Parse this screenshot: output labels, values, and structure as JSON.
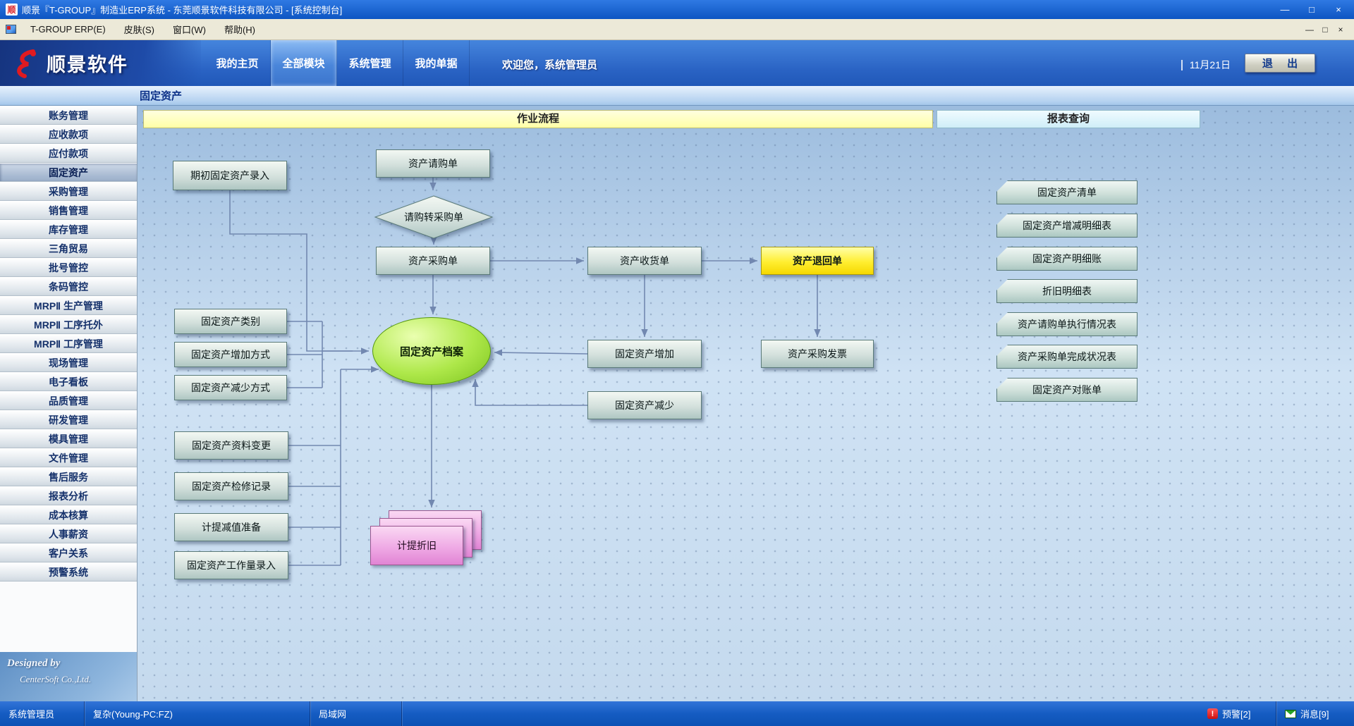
{
  "window": {
    "title": "顺景『T-GROUP』制造业ERP系统 - 东莞顺景软件科技有限公司 - [系统控制台]",
    "icon_label": "顺",
    "controls": {
      "minimize": "—",
      "maximize": "□",
      "close": "×"
    }
  },
  "menu_bar": {
    "items": [
      "T-GROUP ERP(E)",
      "皮肤(S)",
      "窗口(W)",
      "帮助(H)"
    ],
    "controls": {
      "minimize": "—",
      "restore": "□",
      "close": "×"
    }
  },
  "header": {
    "logo_text": "顺景软件",
    "tabs": [
      {
        "label": "我的主页",
        "active": false
      },
      {
        "label": "全部模块",
        "active": true
      },
      {
        "label": "系统管理",
        "active": false
      },
      {
        "label": "我的单据",
        "active": false
      }
    ],
    "welcome": "欢迎您，系统管理员",
    "date": "11月21日",
    "exit_label": "退 出"
  },
  "page_title": "固定资产",
  "sidebar": {
    "items": [
      "账务管理",
      "应收款项",
      "应付款项",
      "固定资产",
      "采购管理",
      "销售管理",
      "库存管理",
      "三角贸易",
      "批号管控",
      "条码管控",
      "MRPⅡ 生产管理",
      "MRPⅡ 工序托外",
      "MRPⅡ 工序管理",
      "现场管理",
      "电子看板",
      "品质管理",
      "研发管理",
      "模具管理",
      "文件管理",
      "售后服务",
      "报表分析",
      "成本核算",
      "人事薪资",
      "客户关系",
      "预警系统"
    ],
    "selected": "固定资产",
    "designed_by_line1": "Designed by",
    "designed_by_line2": "CenterSoft Co.,Ltd."
  },
  "sections": {
    "workflow": "作业流程",
    "reports": "报表查询"
  },
  "flowchart": {
    "initial": "期初固定资产录入",
    "request": "资产请购单",
    "transfer": "请购转采购单",
    "po": "资产采购单",
    "receive": "资产收货单",
    "return_note": "资产退回单",
    "category": "固定资产类别",
    "add_mode": "固定资产增加方式",
    "sub_mode": "固定资产减少方式",
    "archive": "固定资产档案",
    "increase": "固定资产增加",
    "decrease": "固定资产减少",
    "invoice": "资产采购发票",
    "data_change": "固定资产资料变更",
    "repair_log": "固定资产检修记录",
    "impairment": "计提减值准备",
    "workload": "固定资产工作量录入",
    "depreciation": "计提折旧",
    "edges": [
      [
        "资产请购单",
        "请购转采购单"
      ],
      [
        "请购转采购单",
        "资产采购单"
      ],
      [
        "资产采购单",
        "资产收货单"
      ],
      [
        "资产采购单",
        "固定资产档案"
      ],
      [
        "资产收货单",
        "资产退回单"
      ],
      [
        "资产收货单",
        "固定资产增加"
      ],
      [
        "资产退回单",
        "资产采购发票"
      ],
      [
        "固定资产增加",
        "固定资产档案"
      ],
      [
        "固定资产减少",
        "固定资产档案"
      ],
      [
        "期初固定资产录入",
        "固定资产档案"
      ],
      [
        "固定资产类别",
        "固定资产档案"
      ],
      [
        "固定资产增加方式",
        "固定资产档案"
      ],
      [
        "固定资产减少方式",
        "固定资产档案"
      ],
      [
        "固定资产资料变更",
        "固定资产档案"
      ],
      [
        "固定资产检修记录",
        "固定资产档案"
      ],
      [
        "计提减值准备",
        "固定资产档案"
      ],
      [
        "固定资产工作量录入",
        "固定资产档案"
      ],
      [
        "固定资产档案",
        "计提折旧"
      ]
    ]
  },
  "reports": [
    "固定资产清单",
    "固定资产增减明细表",
    "固定资产明细账",
    "折旧明细表",
    "资产请购单执行情况表",
    "资产采购单完成状况表",
    "固定资产对账单"
  ],
  "status_bar": {
    "user": "系统管理员",
    "host": "复杂(Young-PC:FZ)",
    "network": "局域网",
    "alerts": "预警[2]",
    "messages": "消息[9]"
  },
  "colors": {
    "accent_yellow": "#ffee30",
    "archive_green": "#aee84a",
    "depreciation_pink": "#efaae5",
    "header_blue": "#2a63c4"
  }
}
